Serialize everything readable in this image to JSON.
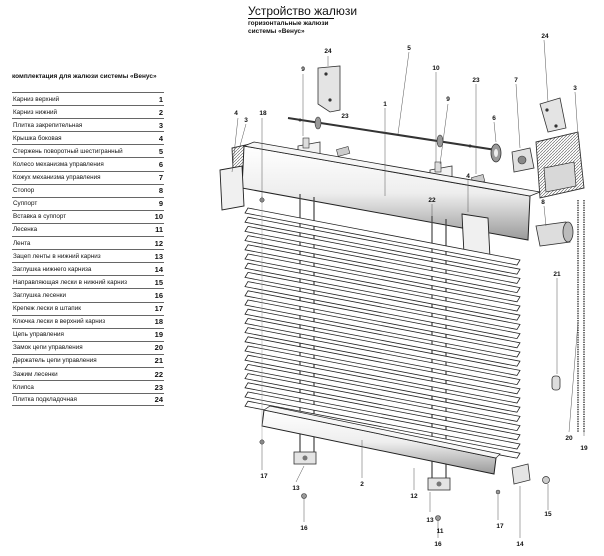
{
  "header": {
    "title": "Устройство жалюзи",
    "subtitle_line1": "горизонтальные жалюзи",
    "subtitle_line2": "системы «Венус»"
  },
  "legend": {
    "title": "комплектация для жалюзи системы «Венус»",
    "items": [
      {
        "name": "Карниз верхний",
        "number": "1"
      },
      {
        "name": "Карниз нижний",
        "number": "2"
      },
      {
        "name": "Плитка закрепительная",
        "number": "3"
      },
      {
        "name": "Крышка боковая",
        "number": "4"
      },
      {
        "name": "Стержень поворотный шестигранный",
        "number": "5"
      },
      {
        "name": "Колесо механизма управления",
        "number": "6"
      },
      {
        "name": "Кожух механизма управления",
        "number": "7"
      },
      {
        "name": "Стопор",
        "number": "8"
      },
      {
        "name": "Суппорт",
        "number": "9"
      },
      {
        "name": "Вставка в суппорт",
        "number": "10"
      },
      {
        "name": "Лесенка",
        "number": "11"
      },
      {
        "name": "Лента",
        "number": "12"
      },
      {
        "name": "Зацеп ленты в нижний карниз",
        "number": "13"
      },
      {
        "name": "Заглушка нижнего карниза",
        "number": "14"
      },
      {
        "name": "Направляющая лески в нижний карниз",
        "number": "15"
      },
      {
        "name": "Заглушка лесенки",
        "number": "16"
      },
      {
        "name": "Крепеж лески в штапик",
        "number": "17"
      },
      {
        "name": "Ключка лески в верхний карниз",
        "number": "18"
      },
      {
        "name": "Цепь управления",
        "number": "19"
      },
      {
        "name": "Замок цепи управления",
        "number": "20"
      },
      {
        "name": "Держатель цепи управления",
        "number": "21"
      },
      {
        "name": "Зажим лесенки",
        "number": "22"
      },
      {
        "name": "Клипса",
        "number": "23"
      },
      {
        "name": "Плитка подкладочная",
        "number": "24"
      }
    ]
  },
  "callouts": {
    "n1": "1",
    "n2": "2",
    "n3": "3",
    "n4": "4",
    "n5": "5",
    "n6": "6",
    "n7": "7",
    "n8": "8",
    "n9": "9",
    "n10": "10",
    "n11": "11",
    "n12": "12",
    "n13": "13",
    "n14": "14",
    "n15": "15",
    "n16": "16",
    "n17": "17",
    "n18": "18",
    "n19": "19",
    "n20": "20",
    "n21": "21",
    "n22": "22",
    "n23": "23",
    "n24": "24"
  }
}
